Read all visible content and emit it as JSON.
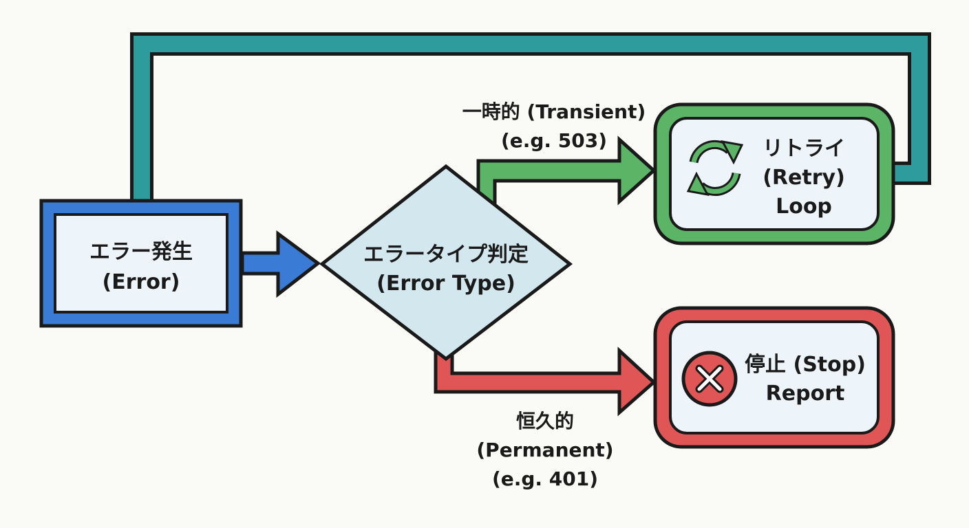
{
  "nodes": {
    "error": {
      "line1": "エラー発生",
      "line2": "(Error)"
    },
    "decision": {
      "line1": "エラータイプ判定",
      "line2": "(Error Type)"
    },
    "retry": {
      "line1": "リトライ",
      "line2": "(Retry)",
      "line3": "Loop",
      "icon": "refresh-icon"
    },
    "stop": {
      "line1": "停止 (Stop)",
      "line2": "Report",
      "icon": "x-circle-icon"
    }
  },
  "edges": {
    "transient": {
      "line1": "一時的 (Transient)",
      "line2": "(e.g. 503)"
    },
    "permanent": {
      "line1": "恒久的",
      "line2": "(Permanent)",
      "line3": "(e.g. 401)"
    }
  },
  "colors": {
    "blue": "#3a7bd5",
    "teal": "#2e9c9c",
    "green": "#5cb567",
    "red": "#e05555",
    "node_fill": "#eef5fa",
    "decision_fill": "#d3e7ef",
    "stroke": "#1a1a1a"
  }
}
